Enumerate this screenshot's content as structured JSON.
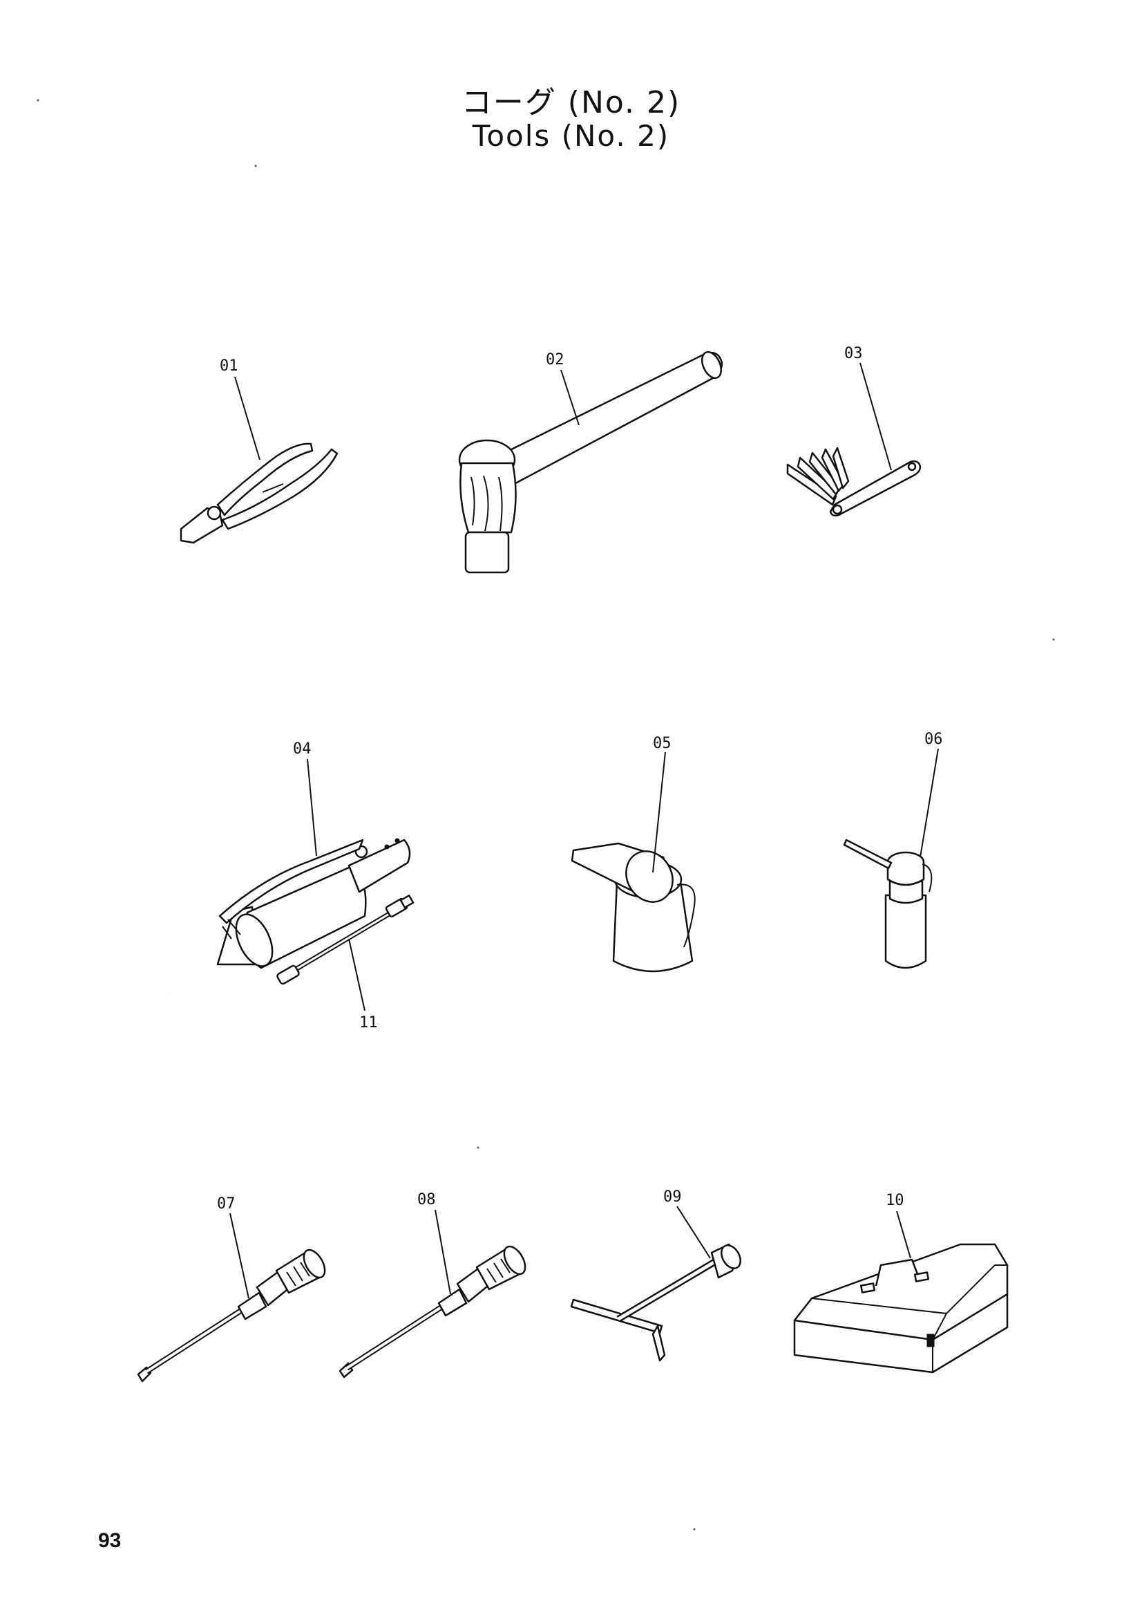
{
  "page": {
    "title_jp": "コーグ (No. 2)",
    "title_en": "Tools (No. 2)",
    "page_number": "93"
  },
  "parts": [
    {
      "ref": "01",
      "icon": "pliers-icon"
    },
    {
      "ref": "02",
      "icon": "ball-peen-hammer-icon"
    },
    {
      "ref": "03",
      "icon": "feeler-gauge-icon"
    },
    {
      "ref": "04",
      "icon": "grease-gun-icon"
    },
    {
      "ref": "05",
      "icon": "oil-jug-icon"
    },
    {
      "ref": "06",
      "icon": "oiler-can-icon"
    },
    {
      "ref": "07",
      "icon": "flat-screwdriver-icon"
    },
    {
      "ref": "08",
      "icon": "phillips-screwdriver-icon"
    },
    {
      "ref": "09",
      "icon": "t-socket-wrench-icon"
    },
    {
      "ref": "10",
      "icon": "tool-box-icon"
    },
    {
      "ref": "11",
      "icon": "grease-nozzle-hose-icon"
    }
  ]
}
